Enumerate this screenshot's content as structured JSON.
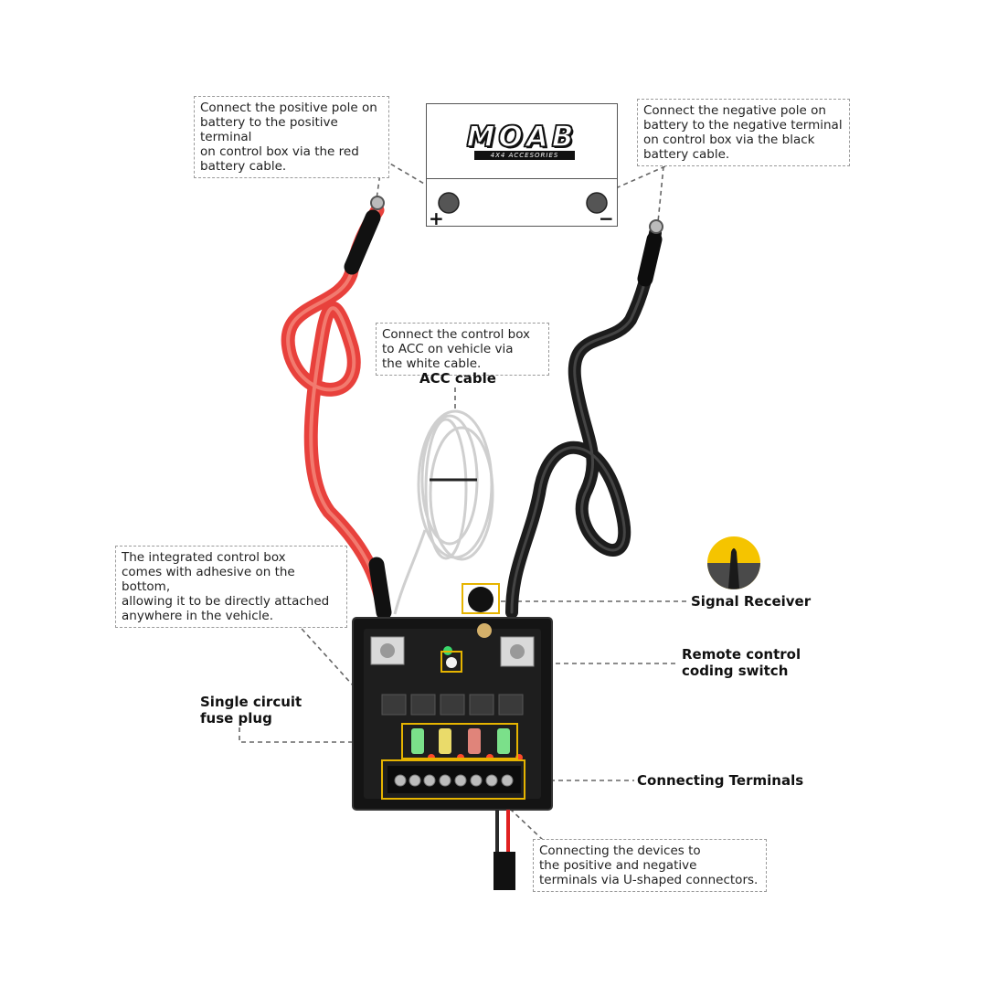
{
  "battery": {
    "logo_main": "MOAB",
    "logo_sub": "4X4 ACCESORIES",
    "plus_symbol": "+",
    "minus_symbol": "−"
  },
  "notes": {
    "positive": "Connect the positive pole on\nbattery to the positive terminal\non control box via the red\nbattery cable.",
    "negative": "Connect the negative pole on\nbattery to the negative terminal\non control box via the black\nbattery cable.",
    "acc": "Connect the control box\nto ACC on vehicle via\nthe white cable.",
    "control_box": "The integrated control box\ncomes with adhesive on the bottom,\nallowing it to be directly attached\nanywhere in the vehicle.",
    "devices": "Connecting the devices to\nthe positive and negative\nterminals via U-shaped connectors."
  },
  "labels": {
    "acc_cable": "ACC cable",
    "signal_receiver": "Signal Receiver",
    "remote_coding": "Remote control\ncoding switch",
    "fuse_plug": "Single circuit\n fuse plug",
    "connecting_terminals": "Connecting Terminals"
  },
  "colors": {
    "red_cable": "#e8413c",
    "black_cable": "#1c1c1c",
    "box": "#141414",
    "highlight": "#e6b400",
    "receiver_yellow": "#f5c400"
  }
}
